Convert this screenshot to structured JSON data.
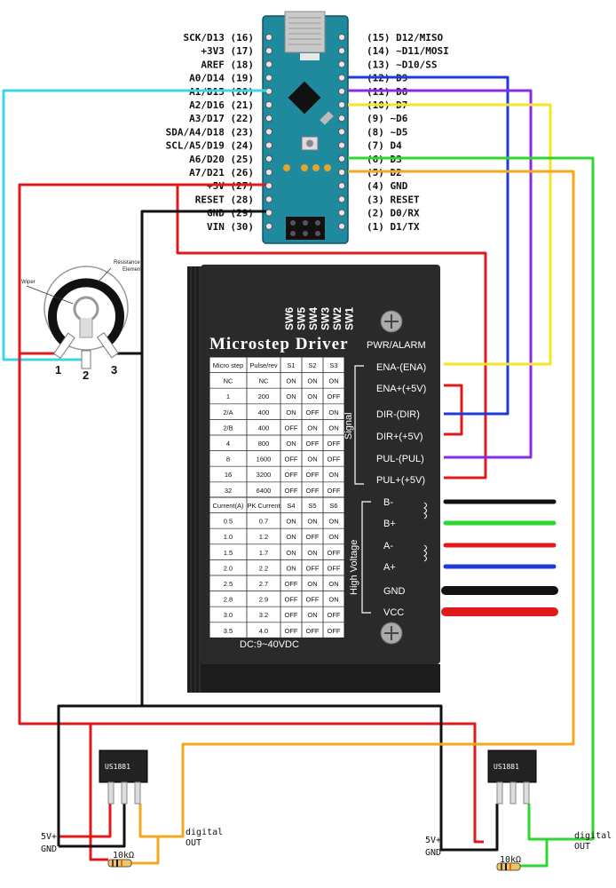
{
  "arduino": {
    "left_pins": [
      "SCK/D13 (16)",
      "+3V3 (17)",
      "AREF (18)",
      "A0/D14 (19)",
      "A1/D15 (20)",
      "A2/D16 (21)",
      "A3/D17 (22)",
      "SDA/A4/D18 (23)",
      "SCL/A5/D19 (24)",
      "A6/D20 (25)",
      "A7/D21 (26)",
      "+5V (27)",
      "RESET (28)",
      "GND (29)",
      "VIN (30)"
    ],
    "right_pins": [
      "(15) D12/MISO",
      "(14) ~D11/MOSI",
      "(13) ~D10/SS",
      "(12) D9",
      "(11) D8",
      "(10) D7",
      "(9) ~D6",
      "(8) ~D5",
      "(7) D4",
      "(6) D3",
      "(5) D2",
      "(4) GND",
      "(3) RESET",
      "(2) D0/RX",
      "(1) D1/TX"
    ]
  },
  "potentiometer": {
    "wiper_label": "Wiper",
    "element_label": "Resistance Element",
    "pin_labels": [
      "1",
      "2",
      "3"
    ]
  },
  "driver": {
    "title": "Microstep Driver",
    "switches": [
      "SW6",
      "SW5",
      "SW4",
      "SW3",
      "SW2",
      "SW1"
    ],
    "pwr_alarm": "PWR/ALARM",
    "signal_label": "Signal",
    "signal_pins": [
      "ENA-(ENA)",
      "ENA+(+5V)",
      "DIR-(DIR)",
      "DIR+(+5V)",
      "PUL-(PUL)",
      "PUL+(+5V)"
    ],
    "hv_label": "High Voltage",
    "hv_pins": [
      "B-",
      "B+",
      "A-",
      "A+",
      "GND",
      "VCC"
    ],
    "dc_label": "DC:9~40VDC",
    "table1": {
      "headers": [
        "Micro step",
        "Pulse/rev",
        "S1",
        "S2",
        "S3"
      ],
      "rows": [
        [
          "NC",
          "NC",
          "ON",
          "ON",
          "ON"
        ],
        [
          "1",
          "200",
          "ON",
          "ON",
          "OFF"
        ],
        [
          "2/A",
          "400",
          "ON",
          "OFF",
          "ON"
        ],
        [
          "2/B",
          "400",
          "OFF",
          "ON",
          "ON"
        ],
        [
          "4",
          "800",
          "ON",
          "OFF",
          "OFF"
        ],
        [
          "8",
          "1600",
          "OFF",
          "ON",
          "OFF"
        ],
        [
          "16",
          "3200",
          "OFF",
          "OFF",
          "ON"
        ],
        [
          "32",
          "6400",
          "OFF",
          "OFF",
          "OFF"
        ]
      ]
    },
    "table2": {
      "headers": [
        "Current(A)",
        "PK Current",
        "S4",
        "S5",
        "S6"
      ],
      "rows": [
        [
          "0.5",
          "0.7",
          "ON",
          "ON",
          "ON"
        ],
        [
          "1.0",
          "1.2",
          "ON",
          "OFF",
          "ON"
        ],
        [
          "1.5",
          "1.7",
          "ON",
          "ON",
          "OFF"
        ],
        [
          "2.0",
          "2.2",
          "ON",
          "OFF",
          "OFF"
        ],
        [
          "2.5",
          "2.7",
          "OFF",
          "ON",
          "ON"
        ],
        [
          "2.8",
          "2.9",
          "OFF",
          "OFF",
          "ON"
        ],
        [
          "3.0",
          "3.2",
          "OFF",
          "ON",
          "OFF"
        ],
        [
          "3.5",
          "4.0",
          "OFF",
          "OFF",
          "OFF"
        ]
      ]
    }
  },
  "sensors": [
    {
      "name": "US1881",
      "vplus": "5V+",
      "gnd": "GND",
      "resistor": "10kΩ",
      "out_top": "digital",
      "out_bottom": "OUT"
    },
    {
      "name": "US1881",
      "vplus": "5V+",
      "gnd": "GND",
      "resistor": "10kΩ",
      "out_top": "digital",
      "out_bottom": "OUT"
    }
  ],
  "colors": {
    "cyan": "#3fd3ea",
    "red": "#e0191b",
    "black": "#111111",
    "blue": "#1f3bd6",
    "purple": "#8a2be2",
    "yellow": "#f2e626",
    "green": "#2fd62f",
    "orange": "#f5a81c",
    "board": "#1f8a9e",
    "driver": "#2a2a2a"
  }
}
